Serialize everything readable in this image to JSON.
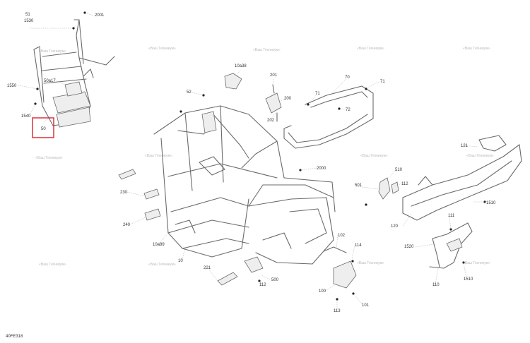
{
  "diagram": {
    "figure_code": "40FE318",
    "watermark": "«Ваш Техникум»",
    "highlighted_label": "50",
    "callouts": {
      "c51": "51",
      "c1530": "1530",
      "c2001": "2001",
      "c50a17": "50a17",
      "c1550": "1550",
      "c1540": "1540",
      "c50": "50",
      "c52": "52",
      "c10a38": "10a38",
      "c201": "201",
      "c200": "200",
      "c202": "202",
      "c70": "70",
      "c71a": "71",
      "c71b": "71",
      "c72": "72",
      "c2000": "2000",
      "c510": "510",
      "c501": "501",
      "c112a": "112",
      "c121": "121",
      "c1510a": "1510",
      "c111": "111",
      "c120": "120",
      "c1520": "1520",
      "c1510b": "1510",
      "c110": "110",
      "c230": "230",
      "c240": "240",
      "c10a89": "10a89",
      "c10": "10",
      "c221": "221",
      "c102": "102",
      "c114": "114",
      "c500": "500",
      "c112b": "112",
      "c100": "100",
      "c101": "101",
      "c113": "113"
    }
  }
}
